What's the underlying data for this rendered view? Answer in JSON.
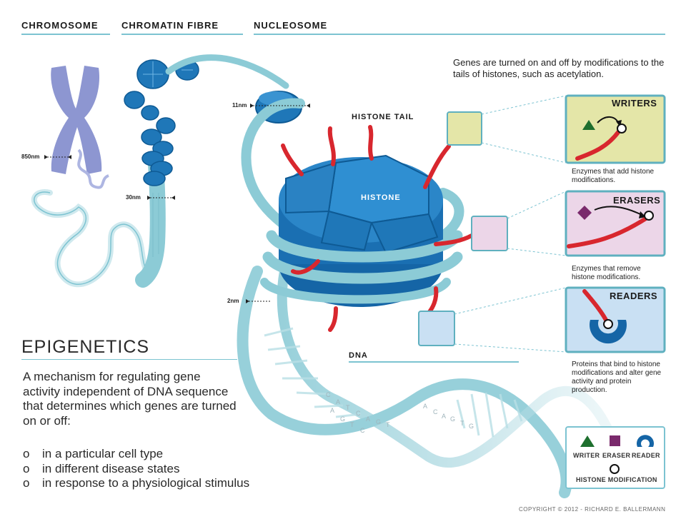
{
  "headers": {
    "chromosome": "CHROMOSOME",
    "chromatin_fibre": "CHROMATIN FIBRE",
    "nucleosome": "NUCLEOSOME"
  },
  "scale_labels": {
    "nm850": "850nm",
    "nm30": "30nm",
    "nm11": "11nm",
    "nm2": "2nm"
  },
  "labels": {
    "histone_tail": "HISTONE TAIL",
    "histone": "HISTONE",
    "dna": "DNA"
  },
  "intro": "Genes are turned on and off by modifications to the tails of histones, such as acetylation.",
  "boxes": {
    "writers": {
      "title": "WRITERS",
      "caption": "Enzymes that add histone modifications."
    },
    "erasers": {
      "title": "ERASERS",
      "caption": "Enzymes that remove histone modifications."
    },
    "readers": {
      "title": "READERS",
      "caption": "Proteins that bind to histone modifications and alter gene activity and protein production."
    }
  },
  "epigenetics": {
    "title": "EPIGENETICS",
    "description": "A mechanism for regulating gene activity independent of DNA sequence that determines which genes are turned on or off:",
    "bullet": "o",
    "items": [
      "in a particular cell type",
      "in different disease states",
      "in response to a physiological stimulus"
    ]
  },
  "legend": {
    "writer": "WRITER",
    "eraser": "ERASER",
    "reader": "READER",
    "modification": "HISTONE MODIFICATION"
  },
  "dna_letters": [
    "C",
    "A",
    "T",
    "C",
    "A",
    "G",
    "T",
    "A",
    "G",
    "T",
    "C",
    "A",
    "C",
    "A",
    "G",
    "T",
    "G"
  ],
  "copyright": "COPYRIGHT © 2012 - RICHARD E. BALLERMANN",
  "colors": {
    "accent_line": "#7cc3d1",
    "histone_blue": "#1f77b8",
    "tail_red": "#d8272e",
    "dna_teal": "#8ccbd6",
    "writers_bg": "#e4e6a8",
    "erasers_bg": "#ecd6e8",
    "readers_bg": "#c9e0f3",
    "box_border": "#5fb0bf",
    "writer_green": "#1e6f2e",
    "eraser_purple": "#7a2a6c"
  }
}
